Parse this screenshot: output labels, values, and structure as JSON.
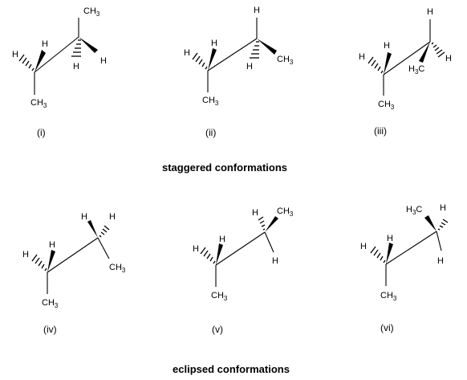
{
  "section_titles": {
    "staggered": "staggered conformations",
    "eclipsed": "eclipsed conformations"
  },
  "molecules": [
    {
      "caption": "(i)",
      "labels": [
        "H",
        "H",
        "CH3",
        "CH3",
        "H",
        "H"
      ]
    },
    {
      "caption": "(ii)",
      "labels": [
        "H",
        "H",
        "CH3",
        "H",
        "H",
        "CH3"
      ]
    },
    {
      "caption": "(iii)",
      "labels": [
        "H",
        "H",
        "CH3",
        "H",
        "H3C",
        "H"
      ]
    },
    {
      "caption": "(iv)",
      "labels": [
        "H",
        "H",
        "CH3",
        "H",
        "H",
        "CH3"
      ]
    },
    {
      "caption": "(v)",
      "labels": [
        "H",
        "H",
        "CH3",
        "H",
        "CH3",
        "H"
      ]
    },
    {
      "caption": "(vi)",
      "labels": [
        "H",
        "H",
        "CH3",
        "H3C",
        "H",
        "H"
      ]
    }
  ]
}
